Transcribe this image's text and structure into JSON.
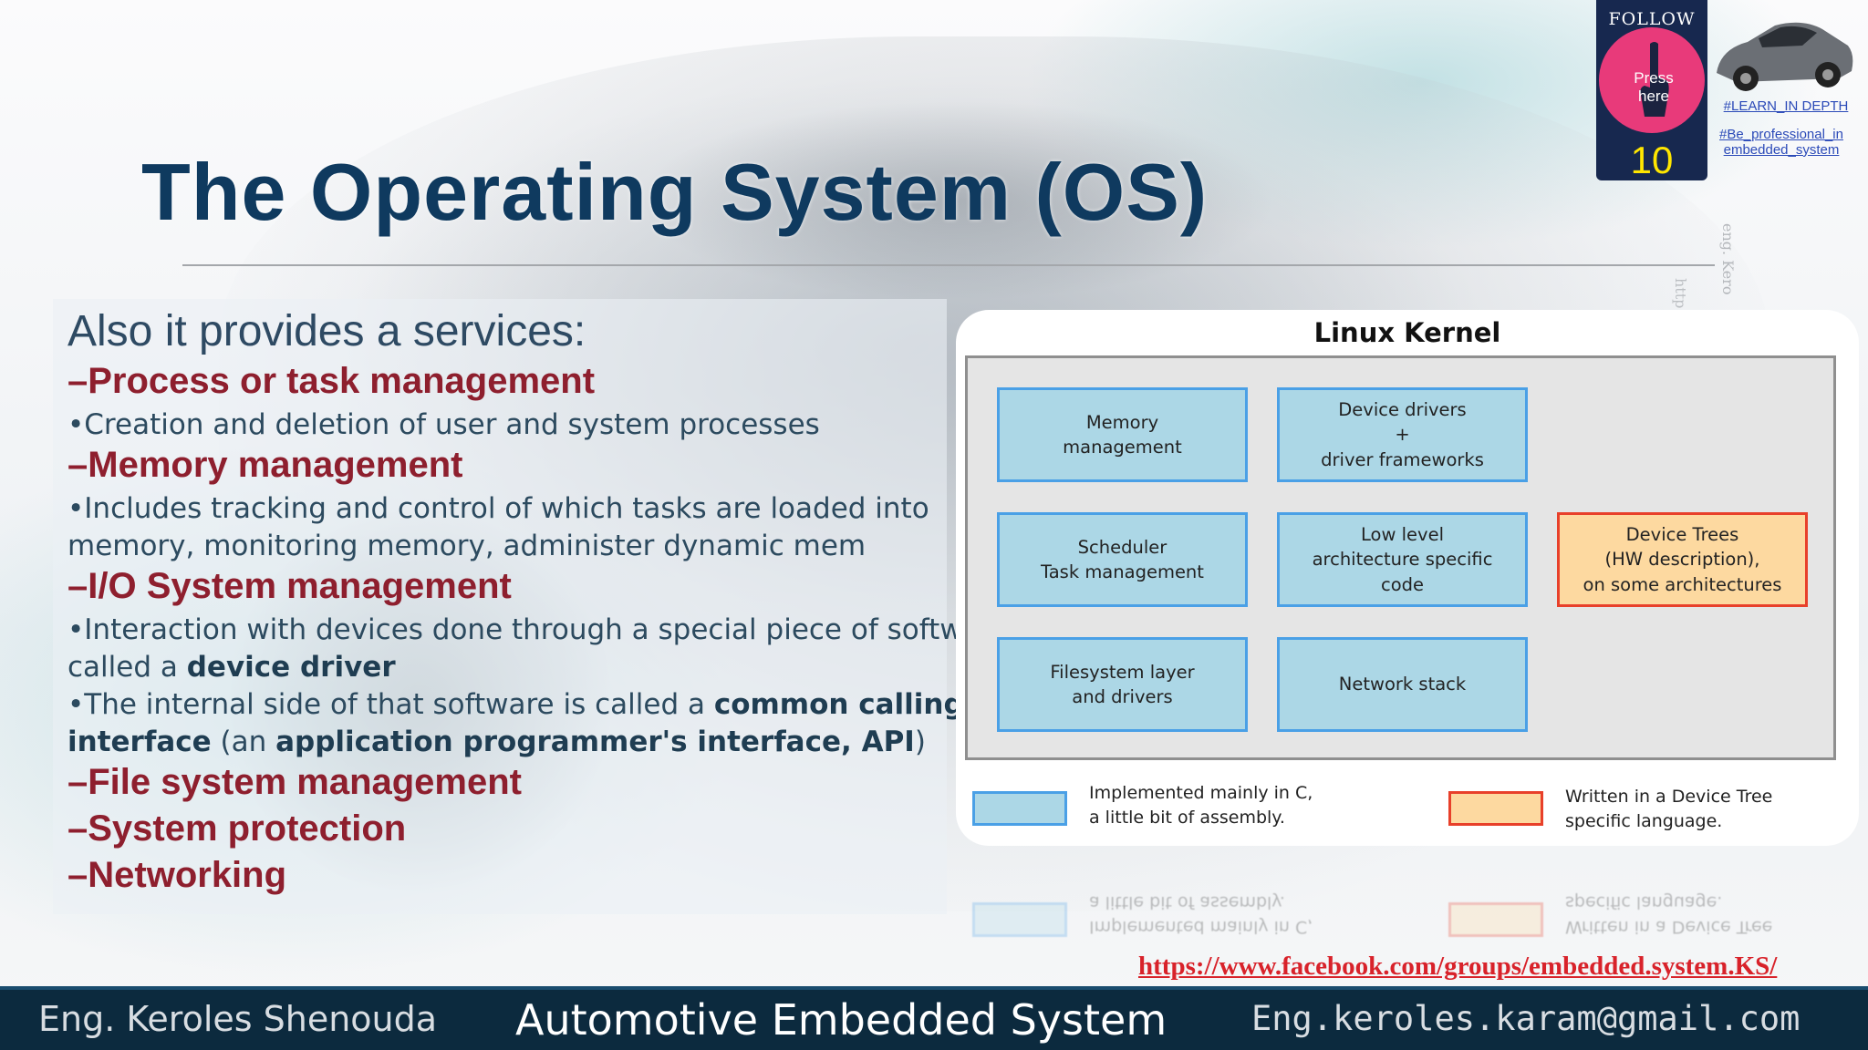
{
  "slide": {
    "title": "The Operating System (OS)",
    "intro": "Also it provides a  services:",
    "sections": [
      {
        "heading": "–Process or task management"
      },
      {
        "bullet": "•Creation and deletion of user and system processes"
      },
      {
        "heading": "–Memory management"
      },
      {
        "bullet_line1": "•Includes tracking and control of which tasks are loaded into",
        "bullet_line2": "memory, monitoring memory, administer dynamic mem"
      },
      {
        "heading": "–I/O System management"
      },
      {
        "io_l1": "•Interaction with devices done through a special piece of software",
        "io_l2a": "called a ",
        "io_l2b": "device driver",
        "io_l3a": "•The internal side of that software is called a ",
        "io_l3b": "common calling",
        "io_l4a": "interface",
        "io_l4b": " (an ",
        "io_l4c": "application programmer's interface, API",
        "io_l4d": ")"
      },
      {
        "heading": "–File system management"
      },
      {
        "heading": "–System protection"
      },
      {
        "heading": "–Networking"
      }
    ]
  },
  "diagram": {
    "title": "Linux Kernel",
    "boxes": {
      "memory": "Memory\nmanagement",
      "drivers": "Device drivers\n+\ndriver frameworks",
      "scheduler": "Scheduler\nTask management",
      "lowlevel": "Low level\narchitecture specific\ncode",
      "devicetrees": "Device Trees\n(HW description),\non some architectures",
      "filesystem": "Filesystem layer\nand drivers",
      "network": "Network stack"
    },
    "legend": {
      "blue": "Implemented mainly in C,\na little bit of assembly.",
      "orange": "Written in a Device Tree\nspecific language."
    },
    "colors": {
      "blue_fill": "#acd7e6",
      "blue_border": "#4aa0e6",
      "orange_fill": "#fdd9a0",
      "orange_border": "#e8402a"
    }
  },
  "follow": {
    "label": "FOLLOW US",
    "press": "Press here",
    "count": "10",
    "tag1": "#LEARN_IN DEPTH",
    "tag2": "#Be_professional_in embedded_system"
  },
  "watermark": {
    "vertical1": "eng. Kero",
    "vertical2": "http"
  },
  "links": {
    "facebook": "https://www.facebook.com/groups/embedded.system.KS/"
  },
  "footer": {
    "author": "Eng. Keroles Shenouda",
    "course": "Automotive Embedded System",
    "email": "Eng.keroles.karam@gmail.com"
  }
}
